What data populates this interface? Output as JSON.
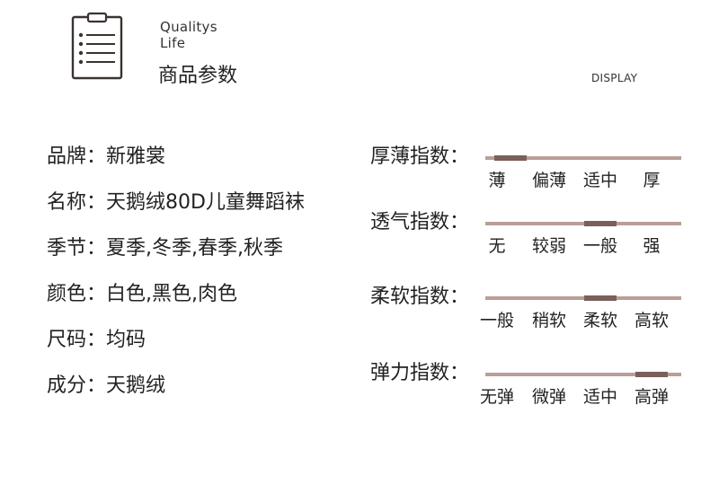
{
  "header": {
    "brand_en_line1": "Qualitys",
    "brand_en_line2": "Life",
    "brand_cn": "商品参数",
    "display_label": "DISPLAY",
    "icon": "clipboard-list-icon"
  },
  "colors": {
    "track": "#b99e98",
    "marker": "#7a5f5a",
    "icon_stroke": "#3a3330"
  },
  "specs": [
    {
      "key": "品牌：",
      "value": "新雅裳"
    },
    {
      "key": "名称：",
      "value": "天鹅绒80D儿童舞蹈袜"
    },
    {
      "key": "季节：",
      "value": "夏季,冬季,春季,秋季"
    },
    {
      "key": "颜色：",
      "value": "白色,黑色,肉色"
    },
    {
      "key": "尺码：",
      "value": "均码"
    },
    {
      "key": "成分：",
      "value": "天鹅绒"
    }
  ],
  "scales": [
    {
      "title": "厚薄指数：",
      "levels": [
        "薄",
        "偏薄",
        "适中",
        "厚"
      ],
      "selected_index": 0
    },
    {
      "title": "透气指数：",
      "levels": [
        "无",
        "较弱",
        "一般",
        "强"
      ],
      "selected_index": 2
    },
    {
      "title": "柔软指数：",
      "levels": [
        "一般",
        "稍软",
        "柔软",
        "高软"
      ],
      "selected_index": 2
    },
    {
      "title": "弹力指数：",
      "levels": [
        "无弹",
        "微弹",
        "适中",
        "高弹"
      ],
      "selected_index": 3
    }
  ]
}
